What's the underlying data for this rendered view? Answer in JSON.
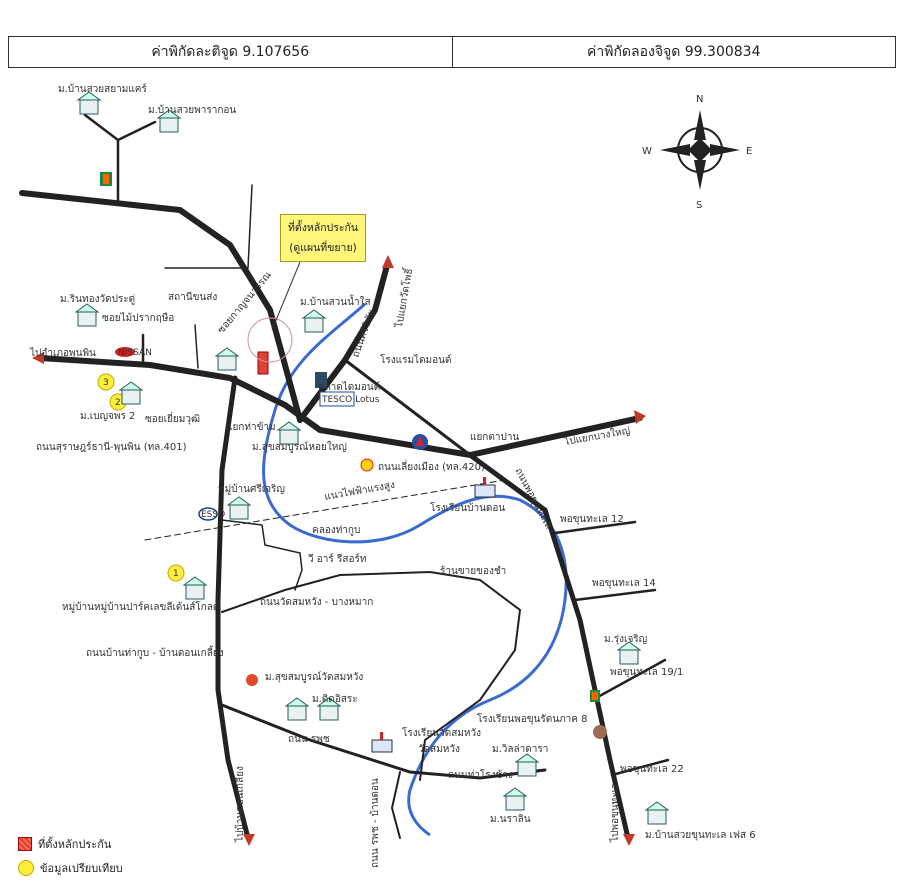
{
  "coords": {
    "latitude_label": "ค่าพิกัดละติจูด 9.107656",
    "longitude_label": "ค่าพิกัดลองจิจูด 99.300834"
  },
  "compass": {
    "n": "N",
    "s": "S",
    "e": "E",
    "w": "W"
  },
  "callout": {
    "line1": "ที่ตั้งหลักประกัน",
    "line2": "(ดูแผนที่ขยาย)"
  },
  "labels": {
    "village_swanggam": "ม.บ้านสวยสยามแคร์",
    "village_suanpraknon": "ม.บ้านสวยพารากอน",
    "village_rinthong": "ม.รินทองวัดประดู่",
    "soi_prakrit": "ซอยไม้ปรากฤษือ",
    "station": "สถานีขนส่ง",
    "soi_kanjanawan": "ซอยกาญจนวรรณ",
    "village_suanamai": "ม.บ้านสวนน้ำใส",
    "to_phunphin": "ไปอำเภอพุนพิน",
    "village_benjaporn": "ม.เบญจพร 2",
    "soi_yiamkun": "ซอยเยี่ยมวุฒิ",
    "road_sukhonthanee": "ถนนสุราษฎร์ธานี-พุนพิน (ทล.401)",
    "to_watpho": "ไปแยกวัดโพธิ์",
    "road_srivichai": "ถนนศรีวิชัย",
    "hotel_diamond": "โรงแรมไดมอนด์",
    "market_diamond": "ตลาดไดมอนด์",
    "tesco": "TESCO Lotus",
    "junction_thakhanon": "แยกท่าข้าม",
    "village_sukmanee": "ม.สุขสมบูรณ์หอยใหญ่",
    "junction_tapan": "แยกตาปาน",
    "to_bangyai": "ไปแยกบางใหญ่",
    "road_liangmuang": "ถนนเลี่ยงเมือง (ทล.420)",
    "village_thasuan": "หมู่บ้านศรีเจริญ",
    "highvoltage": "แนวไฟฟ้าแรงสูง",
    "school_thakhum": "โรงเรียนบ้านดอน",
    "road_phochun": "ถนนพอขุนทะเล",
    "phochun12": "พอขุนทะเล 12",
    "khlong_thakup": "คลองท่ากูบ",
    "resort": "วี อาร์ รีสอร์ท",
    "shrine": "ร้านขายของชำ",
    "phochun14": "พอขุนทะเล 14",
    "village_park": "หมู่บ้านหมู่บ้านปาร์คเลขลีเด้นส์โกลด์",
    "road_watsamwang": "ถนนวัดสมหวัง - บางหมาก",
    "road_thakup": "ถนนบ้านท่ากูบ - บ้านดอนเกลี้ยง",
    "village_rungcharoen": "ม.รุ่งเจริญ",
    "phochun19": "พอขุนทะเล 19/1",
    "village_sukmanee2": "ม.สุขสมบูรณ์วัดสมหวัง",
    "village_chuchat": "ม.ติดอิสระ",
    "school_phochun": "โรงเรียนพอขุนรัตนภาค 8",
    "road_rpch": "ถนน รพช",
    "school_watsamwang": "โรงเรียนวัดสมหวัง",
    "wat_samwang": "วัดสมหวัง",
    "village_villa": "ม.วิลล่าดารา",
    "road_thachang": "ถนนท่าโรงช้าง",
    "phochun22": "พอขุนทะเล 22",
    "village_rasi": "ม.นราลิน",
    "road_rpch2": "ถนน รพช - บ้านดอน",
    "to_donkliang": "ไปบ้านดอนเกลี้ยง",
    "to_phochun": "ไปพอขุนทะเล",
    "village_phase6": "ม.บ้านสวยขุนทะเล เฟส 6",
    "nissan": "NISSAN",
    "esso": "ESSO",
    "num1": "1",
    "num2": "2",
    "num3": "3"
  },
  "legend": {
    "collateral": "ที่ตั้งหลักประกัน",
    "comparison": "ข้อมูลเปรียบเทียบ"
  },
  "colors": {
    "road": "#222222",
    "river": "#3b6bd1",
    "arrow": "#c0392b",
    "highlight": "#fff67a",
    "comparison": "#ffef3a"
  }
}
